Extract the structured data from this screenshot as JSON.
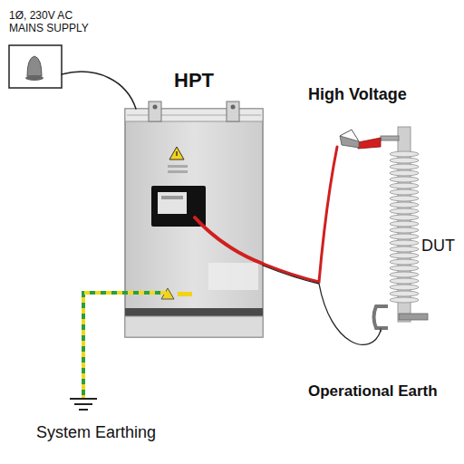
{
  "diagram": {
    "nodes": [
      {
        "text": [
          "1Ø, 230V AC MAINS SUPPLY"
        ]
      },
      {
        "text": [
          "HPT"
        ]
      },
      {
        "text": [
          "DUT"
        ]
      }
    ],
    "edges": [
      {
        "from": 0,
        "to": 1,
        "arrow": "none"
      },
      {
        "from": 1,
        "to": 2,
        "arrow": "none"
      },
      {
        "from": 1,
        "to": 2,
        "arrow": "none"
      }
    ],
    "labels": [
      "High Voltage",
      "Operational Earth",
      "System Earthing"
    ]
  }
}
